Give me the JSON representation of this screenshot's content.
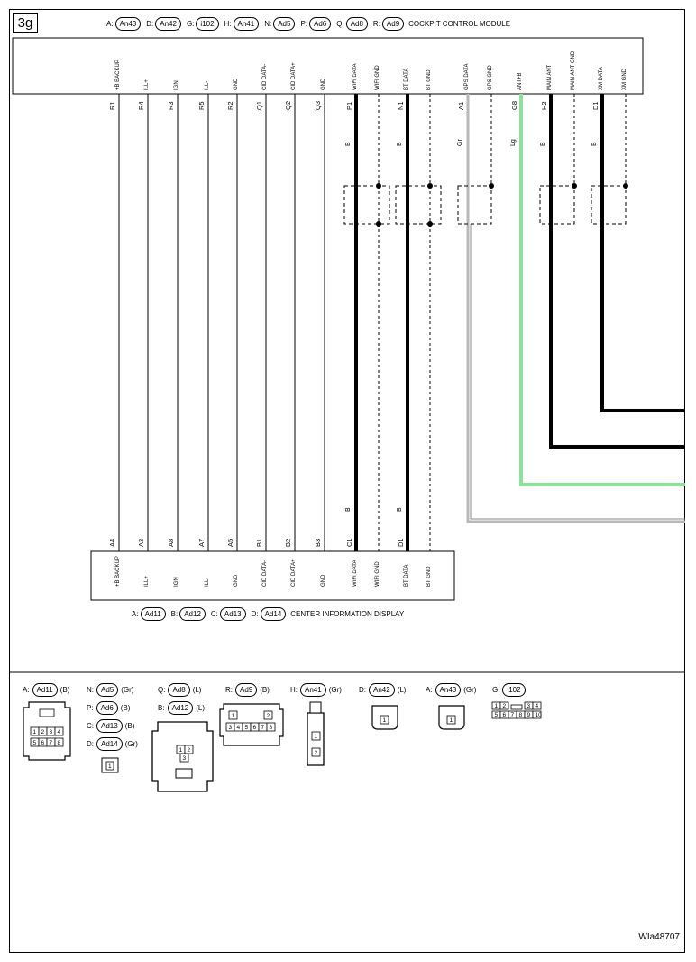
{
  "diagram_tag": "3g",
  "colors": {
    "line": "#000000",
    "ant_wire": "#8be39b",
    "gps_wire": "#b8b8b8"
  },
  "top_connector": {
    "refs": [
      {
        "letter": "A:",
        "code": "An43"
      },
      {
        "letter": "D:",
        "code": "An42"
      },
      {
        "letter": "G:",
        "code": "i102"
      },
      {
        "letter": "H:",
        "code": "An41"
      },
      {
        "letter": "N:",
        "code": "Ad5"
      },
      {
        "letter": "P:",
        "code": "Ad6"
      },
      {
        "letter": "Q:",
        "code": "Ad8"
      },
      {
        "letter": "R:",
        "code": "Ad9"
      }
    ],
    "label": "COCKPIT CONTROL MODULE",
    "pins": [
      {
        "name": "+B BACKUP",
        "pin": "R1"
      },
      {
        "name": "ILL+",
        "pin": "R4"
      },
      {
        "name": "IGN",
        "pin": "R3"
      },
      {
        "name": "ILL-",
        "pin": "R5"
      },
      {
        "name": "GND",
        "pin": "R2"
      },
      {
        "name": "CID DATA-",
        "pin": "Q1"
      },
      {
        "name": "CID DATA+",
        "pin": "Q2"
      },
      {
        "name": "GND",
        "pin": "Q3"
      },
      {
        "name": "WIFI DATA",
        "pin": "P1",
        "color": "B"
      },
      {
        "name": "WIFI GND",
        "pin": ""
      },
      {
        "name": "BT DATA",
        "pin": "N1",
        "color": "B"
      },
      {
        "name": "BT GND",
        "pin": ""
      },
      {
        "name": "GPS DATA",
        "pin": "A1",
        "color": "Gr"
      },
      {
        "name": "GPS GND",
        "pin": ""
      },
      {
        "name": "ANT+B",
        "pin": "G8",
        "color": "Lg"
      },
      {
        "name": "MAIN ANT",
        "pin": "H2",
        "color": "B"
      },
      {
        "name": "MAIN ANT GND",
        "pin": ""
      },
      {
        "name": "XM DATA",
        "pin": "D1",
        "color": "B"
      },
      {
        "name": "XM GND",
        "pin": ""
      }
    ]
  },
  "bottom_connector": {
    "refs": [
      {
        "letter": "A:",
        "code": "Ad11"
      },
      {
        "letter": "B:",
        "code": "Ad12"
      },
      {
        "letter": "C:",
        "code": "Ad13"
      },
      {
        "letter": "D:",
        "code": "Ad14"
      }
    ],
    "label": "CENTER INFORMATION DISPLAY",
    "pins": [
      {
        "name": "+B BACKUP",
        "pin": "A4"
      },
      {
        "name": "ILL+",
        "pin": "A3"
      },
      {
        "name": "IGN",
        "pin": "A8"
      },
      {
        "name": "ILL-",
        "pin": "A7"
      },
      {
        "name": "GND",
        "pin": "A5"
      },
      {
        "name": "CID DATA-",
        "pin": "B1"
      },
      {
        "name": "CID DATA+",
        "pin": "B2"
      },
      {
        "name": "GND",
        "pin": "B3"
      },
      {
        "name": "WIFI DATA",
        "pin": "C1",
        "color": "B"
      },
      {
        "name": "WIFI GND",
        "pin": ""
      },
      {
        "name": "BT DATA",
        "pin": "D1",
        "color": "B"
      },
      {
        "name": "BT GND",
        "pin": ""
      }
    ]
  },
  "connector_legend": [
    {
      "letter": "A:",
      "code": "Ad11",
      "color": "(B)"
    },
    {
      "letter": "N:",
      "code": "Ad5",
      "color": "(Gr)"
    },
    {
      "letter": "P:",
      "code": "Ad6",
      "color": "(B)"
    },
    {
      "letter": "C:",
      "code": "Ad13",
      "color": "(B)"
    },
    {
      "letter": "D:",
      "code": "Ad14",
      "color": "(Gr)"
    },
    {
      "letter": "Q:",
      "code": "Ad8",
      "color": "(L)"
    },
    {
      "letter": "B:",
      "code": "Ad12",
      "color": "(L)"
    },
    {
      "letter": "R:",
      "code": "Ad9",
      "color": "(B)"
    },
    {
      "letter": "H:",
      "code": "An41",
      "color": "(Gr)"
    },
    {
      "letter": "D:",
      "code": "An42",
      "color": "(L)"
    },
    {
      "letter": "A:",
      "code": "An43",
      "color": "(Gr)"
    },
    {
      "letter": "G:",
      "code": "i102",
      "color": ""
    }
  ],
  "connector_pin_numbers": {
    "ad11": [
      "1",
      "2",
      "3",
      "4",
      "5",
      "6",
      "7",
      "8"
    ],
    "ad14": [
      "1"
    ],
    "ad8": [
      "1",
      "2",
      "3"
    ],
    "ad9": [
      "1",
      "2",
      "3",
      "4",
      "5",
      "6",
      "7",
      "8"
    ],
    "an41": [
      "1",
      "2"
    ],
    "an42": [
      "1"
    ],
    "an43": [
      "1"
    ],
    "i102": [
      "1",
      "2",
      "3",
      "4",
      "5",
      "6",
      "7",
      "8",
      "9",
      "10"
    ]
  },
  "wiring_id": "WIa48707"
}
